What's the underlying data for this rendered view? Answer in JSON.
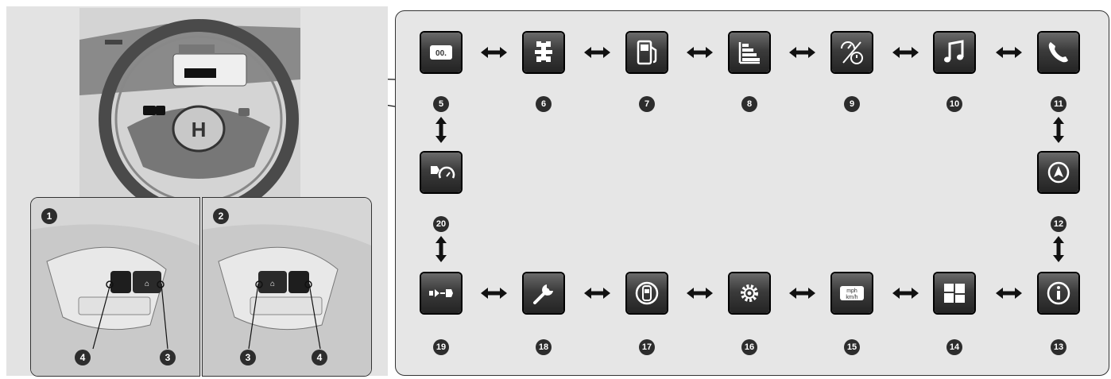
{
  "menu_items": [
    {
      "number": "5",
      "icon": "odometer-icon"
    },
    {
      "number": "6",
      "icon": "awd-torque-icon"
    },
    {
      "number": "7",
      "icon": "fuel-economy-icon"
    },
    {
      "number": "8",
      "icon": "bar-graph-icon"
    },
    {
      "number": "9",
      "icon": "trip-timer-icon"
    },
    {
      "number": "10",
      "icon": "audio-icon"
    },
    {
      "number": "11",
      "icon": "phone-icon"
    },
    {
      "number": "12",
      "icon": "navigation-icon"
    },
    {
      "number": "13",
      "icon": "info-icon"
    },
    {
      "number": "14",
      "icon": "display-layout-icon"
    },
    {
      "number": "15",
      "icon": "speed-unit-icon"
    },
    {
      "number": "16",
      "icon": "settings-gear-icon"
    },
    {
      "number": "17",
      "icon": "door-status-icon"
    },
    {
      "number": "18",
      "icon": "maintenance-wrench-icon"
    },
    {
      "number": "19",
      "icon": "following-distance-icon"
    },
    {
      "number": "20",
      "icon": "traffic-sign-speed-icon"
    }
  ],
  "inset_labels": {
    "inset1": {
      "id": "1",
      "left_callout": "4",
      "right_callout": "3"
    },
    "inset2": {
      "id": "2",
      "left_callout": "3",
      "right_callout": "4"
    }
  },
  "colors": {
    "panel": "#e6e6e6",
    "icon_dark": "#2b2b2b",
    "badge": "#2d2d2d"
  }
}
